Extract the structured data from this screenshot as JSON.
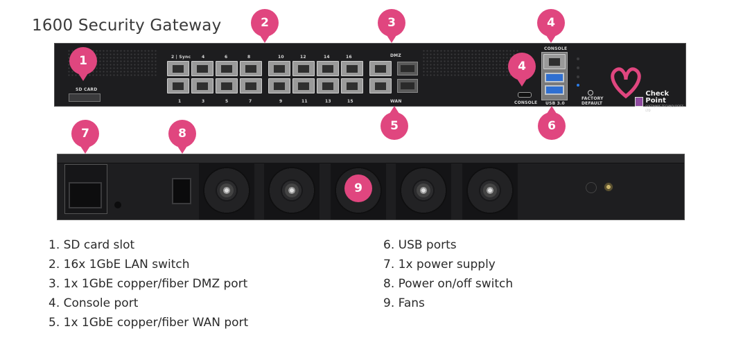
{
  "title": "1600 Security Gateway",
  "front_panel": {
    "sd_card_label": "SD CARD",
    "port_top_labels": [
      "2 | Sync",
      "4",
      "6",
      "8",
      "10",
      "12",
      "14",
      "16"
    ],
    "port_bottom_labels": [
      "1",
      "3",
      "5",
      "7",
      "9",
      "11",
      "13",
      "15"
    ],
    "dmz_label": "DMZ",
    "wan_label": "WAN",
    "console_top_label": "CONSOLE",
    "console_bottom_label": "CONSOLE",
    "usb_label": "USB 3.0",
    "factory_default_label": "FACTORY DEFAULT",
    "brand": "Check Point",
    "brand_sub": "SOFTWARE TECHNOLOGIES LTD"
  },
  "callouts": [
    "1",
    "2",
    "3",
    "4",
    "4",
    "5",
    "6",
    "7",
    "8",
    "9"
  ],
  "legend": {
    "left": [
      "1. SD card slot",
      "2. 16x 1GbE LAN switch",
      "3. 1x 1GbE copper/fiber DMZ port",
      "4. Console port",
      "5. 1x 1GbE copper/fiber WAN port"
    ],
    "right": [
      "6. USB ports",
      "7. 1x power supply",
      "8. Power on/off switch",
      "9. Fans"
    ]
  },
  "colors": {
    "accent": "#e0467f",
    "chassis": "#1d1d1f",
    "usb": "#2f6fd1"
  }
}
